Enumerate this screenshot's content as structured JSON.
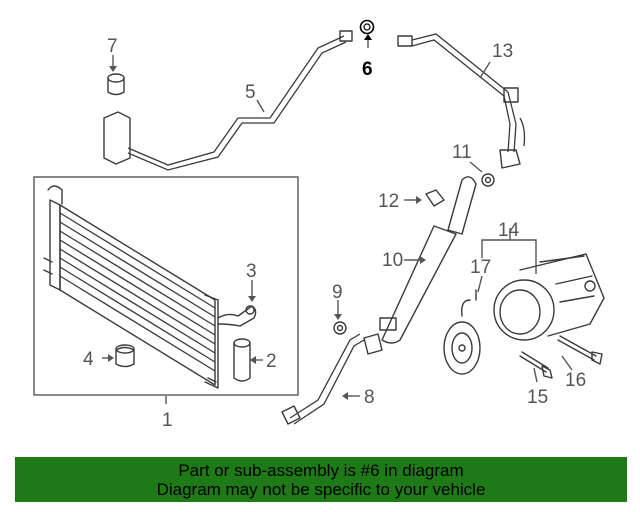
{
  "callouts": {
    "c1": "1",
    "c2": "2",
    "c3": "3",
    "c4": "4",
    "c5": "5",
    "c6": "6",
    "c7": "7",
    "c8": "8",
    "c9": "9",
    "c10": "10",
    "c11": "11",
    "c12": "12",
    "c13": "13",
    "c14": "14",
    "c15": "15",
    "c16": "16",
    "c17": "17"
  },
  "highlighted_part": "6",
  "colors": {
    "banner": "#1e7a16",
    "line": "#3a3a3a",
    "label": "#555555"
  },
  "banner": {
    "line1": "Part or sub-assembly is #6 in diagram",
    "line2": "Diagram may not be specific to your vehicle"
  }
}
